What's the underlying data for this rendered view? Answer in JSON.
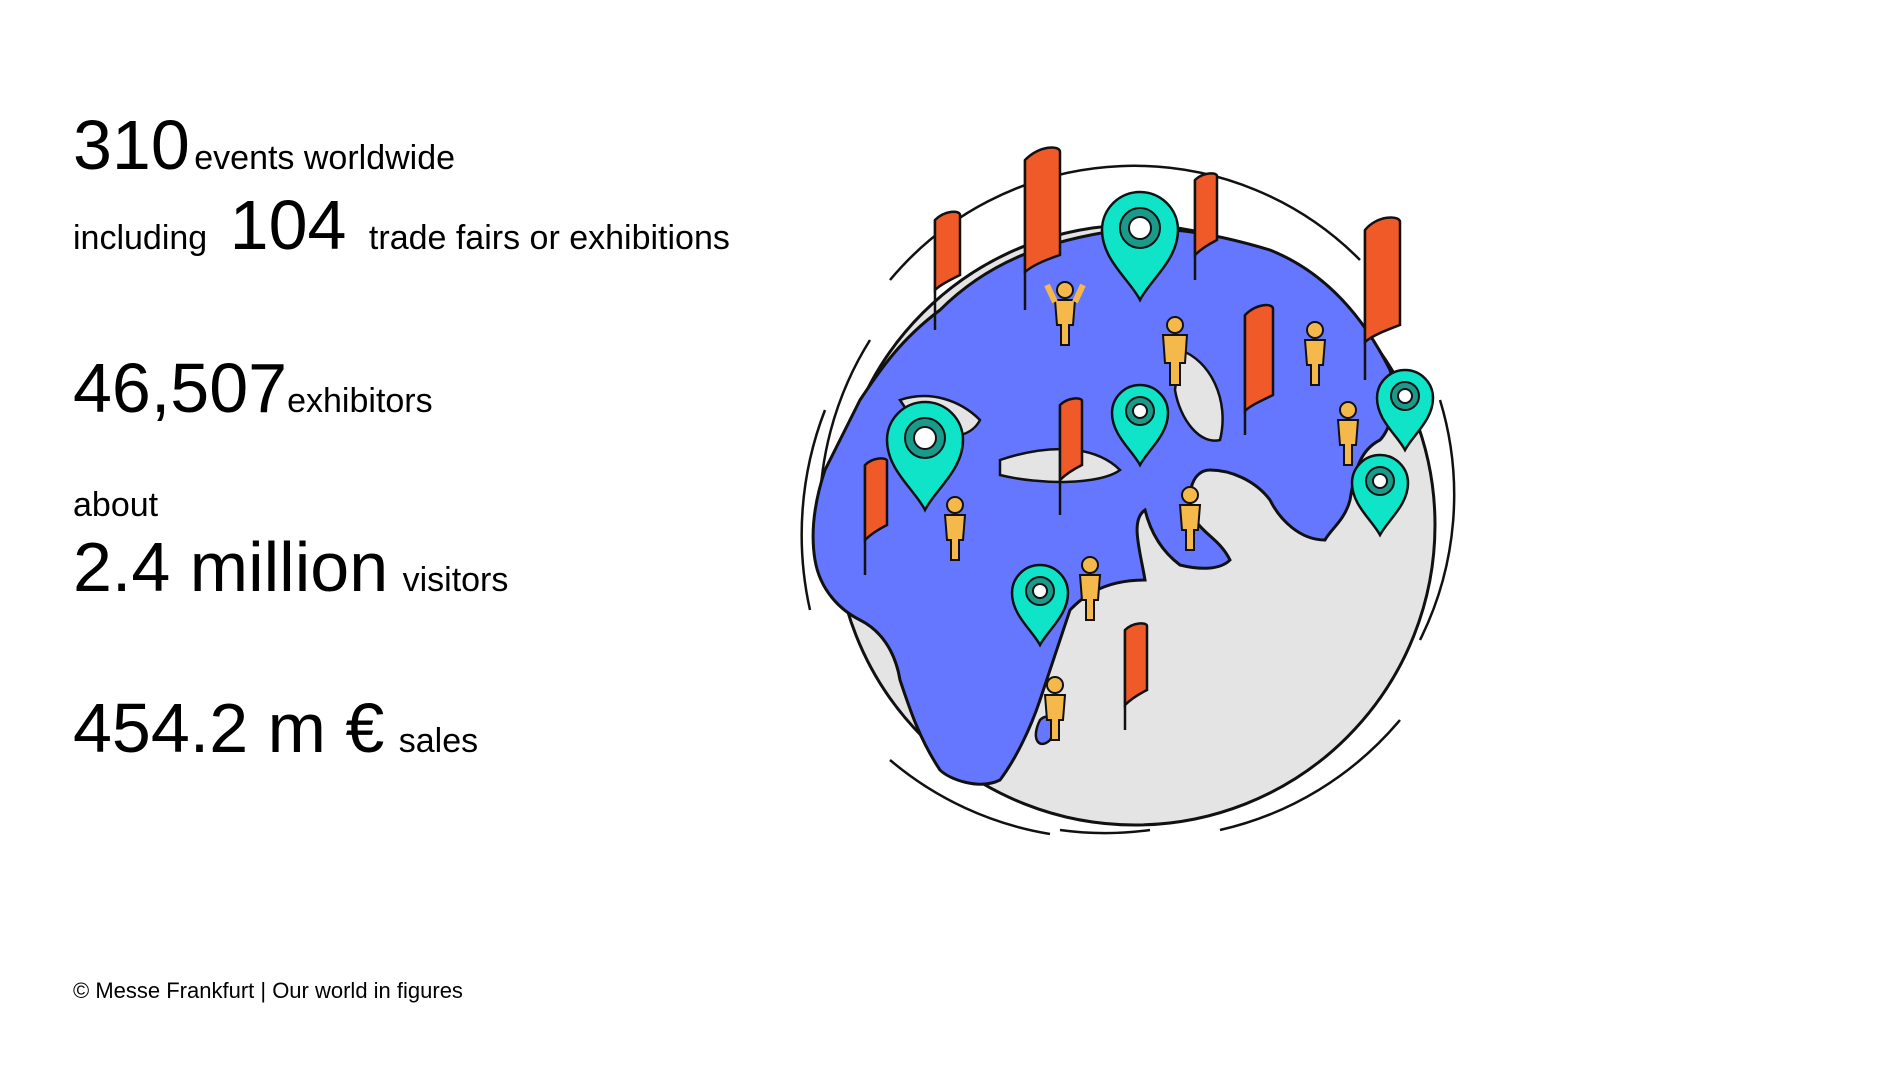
{
  "stats": {
    "events": {
      "value": "310",
      "label": "events worldwide"
    },
    "fairs": {
      "prefix": "including",
      "value": "104",
      "label": "trade fairs or exhibitions"
    },
    "exhibitors": {
      "value": "46,507",
      "label": "exhibitors"
    },
    "visitors": {
      "prefix": "about",
      "value": "2.4 million",
      "label": "visitors"
    },
    "sales": {
      "value": "454.2 m €",
      "label": "sales"
    }
  },
  "footer": "© Messe Frankfurt | Our world in figures",
  "illustration": {
    "name": "globe-with-pins-flags-people",
    "colors": {
      "land": "#6677ff",
      "sea": "#e4e4e4",
      "flag": "#f05a28",
      "pin": "#0fe3c8",
      "pin_ring": "#1a9a8a",
      "person": "#f5b84a",
      "outline": "#111111"
    }
  }
}
